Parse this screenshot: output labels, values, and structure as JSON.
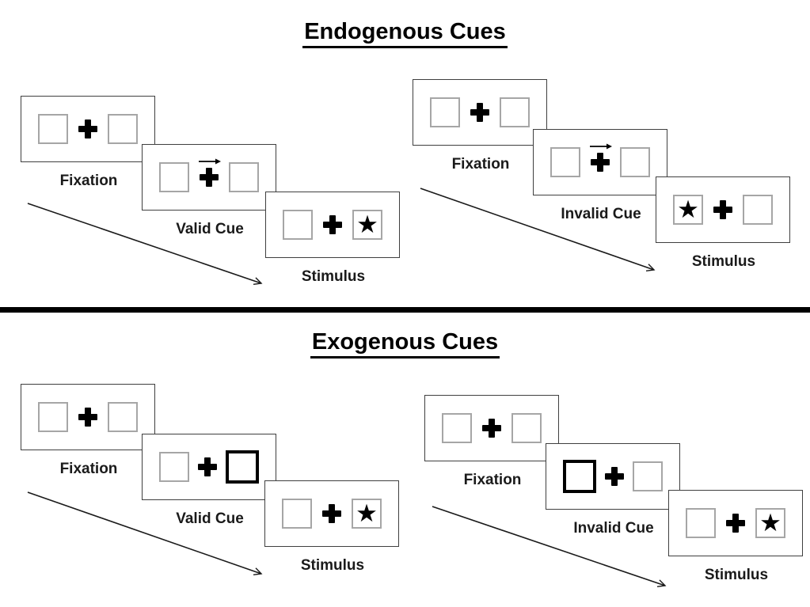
{
  "sections": [
    {
      "title": "Endogenous Cues",
      "groups": [
        {
          "name": "valid-trial",
          "panels": [
            {
              "label": "Fixation",
              "cue": "none",
              "target": "none"
            },
            {
              "label": "Valid Cue",
              "cue": "arrow-right-above-cross",
              "target": "none"
            },
            {
              "label": "Stimulus",
              "cue": "none",
              "target": "star-right"
            }
          ]
        },
        {
          "name": "invalid-trial",
          "panels": [
            {
              "label": "Fixation",
              "cue": "none",
              "target": "none"
            },
            {
              "label": "Invalid Cue",
              "cue": "arrow-right-above-cross",
              "target": "none"
            },
            {
              "label": "Stimulus",
              "cue": "none",
              "target": "star-left"
            }
          ]
        }
      ]
    },
    {
      "title": "Exogenous Cues",
      "groups": [
        {
          "name": "valid-trial",
          "panels": [
            {
              "label": "Fixation",
              "cue": "none",
              "target": "none"
            },
            {
              "label": "Valid Cue",
              "cue": "thick-box-right",
              "target": "none"
            },
            {
              "label": "Stimulus",
              "cue": "none",
              "target": "star-right"
            }
          ]
        },
        {
          "name": "invalid-trial",
          "panels": [
            {
              "label": "Fixation",
              "cue": "none",
              "target": "none"
            },
            {
              "label": "Invalid Cue",
              "cue": "thick-box-left",
              "target": "none"
            },
            {
              "label": "Stimulus",
              "cue": "none",
              "target": "star-right"
            }
          ]
        }
      ]
    }
  ],
  "glyphs": {
    "star": "★"
  },
  "colors": {
    "ink": "#000000",
    "panel_border": "#3f3f3f",
    "placeholder_box_border": "#a6a6a6",
    "cue_box_border": "#000000"
  }
}
